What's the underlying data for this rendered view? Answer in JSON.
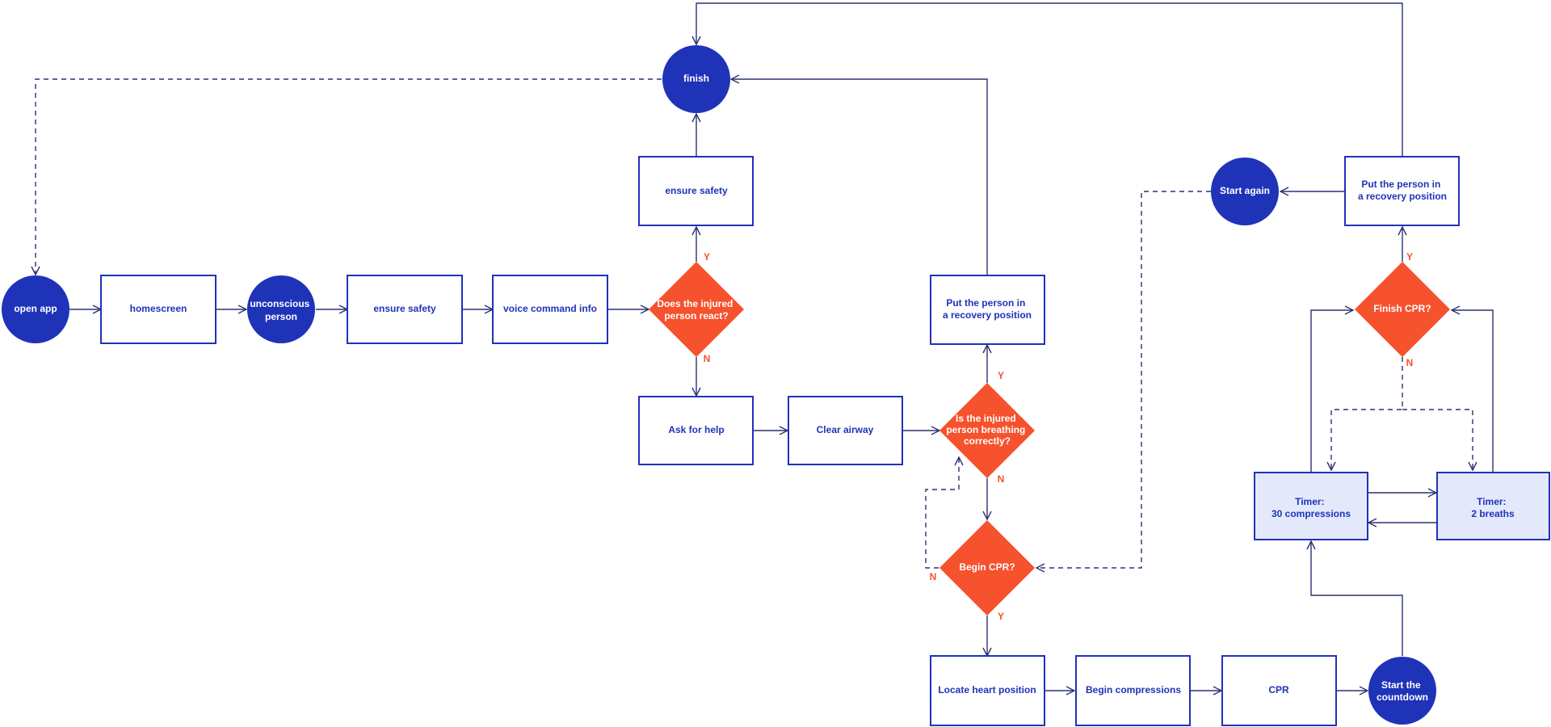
{
  "colors": {
    "circle": "#1f33b9",
    "box_border": "#1f33b9",
    "box_text": "#1f33b9",
    "box_fill": "#ffffff",
    "timer_fill": "#e3e9fb",
    "decision": "#f5522d",
    "edge": "#2a3272"
  },
  "nodes": {
    "open_app": "open app",
    "homescreen": "homescreen",
    "unconscious_person": [
      "unconscious",
      "person"
    ],
    "ensure_safety_1": "ensure safety",
    "voice_command_info": "voice command info",
    "q_react": [
      "Does the injured",
      "person react?"
    ],
    "ensure_safety_2": "ensure safety",
    "finish": "finish",
    "ask_for_help": "Ask for help",
    "clear_airway": "Clear airway",
    "q_breathing": [
      "Is the injured",
      "person breathing",
      "correctly?"
    ],
    "recovery_1": [
      "Put the person in",
      "a recovery position"
    ],
    "q_begin_cpr": "Begin CPR?",
    "locate_heart": "Locate heart position",
    "begin_compressions": "Begin compressions",
    "cpr": "CPR",
    "start_countdown": [
      "Start the",
      "countdown"
    ],
    "timer_compressions": [
      "Timer:",
      "30 compressions"
    ],
    "timer_breaths": [
      "Timer:",
      "2 breaths"
    ],
    "q_finish_cpr": "Finish CPR?",
    "recovery_2": [
      "Put the person in",
      "a recovery position"
    ],
    "start_again": "Start again"
  },
  "edge_labels": {
    "react_yes": "Y",
    "react_no": "N",
    "breathing_yes": "Y",
    "breathing_no": "N",
    "begin_cpr_no": "N",
    "begin_cpr_yes": "Y",
    "finish_cpr_yes": "Y",
    "finish_cpr_no": "N"
  }
}
